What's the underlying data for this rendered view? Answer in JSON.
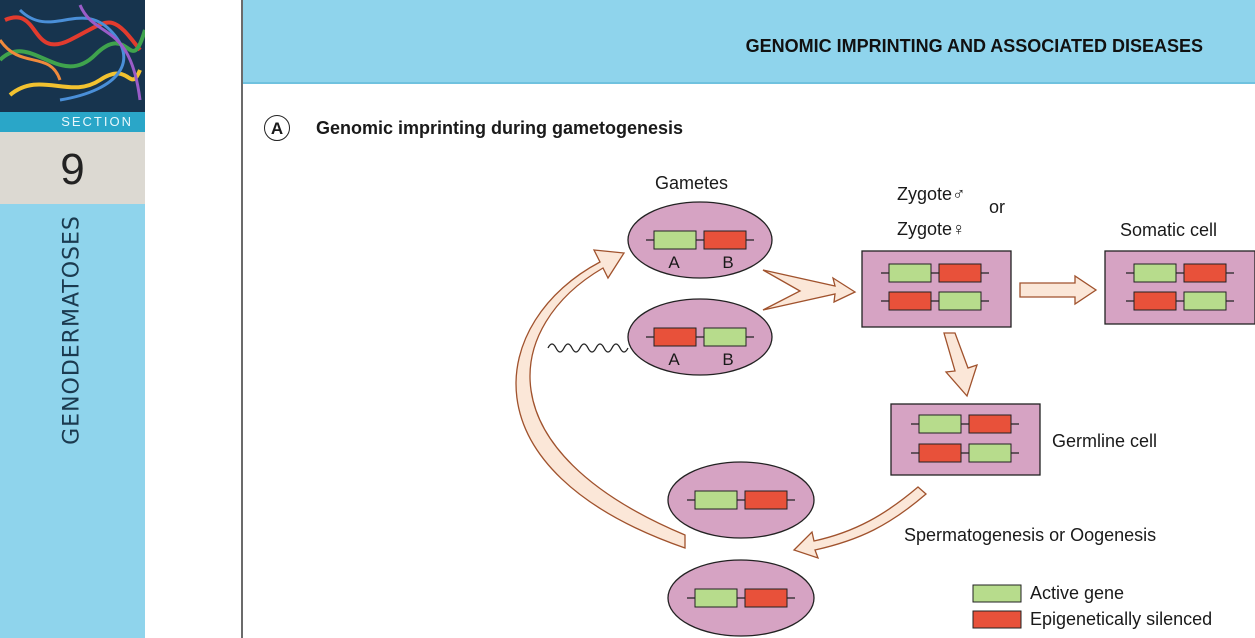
{
  "sidebar": {
    "section_label": "SECTION",
    "section_number": "9",
    "section_title": "GENODERMATOSES"
  },
  "header": {
    "title": "GENOMIC IMPRINTING AND ASSOCIATED DISEASES"
  },
  "panel": {
    "letter": "A",
    "title": "Genomic imprinting during gametogenesis"
  },
  "labels": {
    "gametes": "Gametes",
    "zygote_male": "Zygote♂",
    "or": "or",
    "zygote_female": "Zygote♀",
    "somatic_cell": "Somatic cell",
    "germline_cell": "Germline cell",
    "process": "Spermatogenesis or Oogenesis"
  },
  "gene_letters": {
    "gamete1_a": "A",
    "gamete1_b": "B",
    "gamete2_a": "A",
    "gamete2_b": "B"
  },
  "legend": {
    "active": {
      "label": "Active gene",
      "color": "#b7dc8c"
    },
    "silenced": {
      "label": "Epigenetically silenced",
      "color": "#e8513a"
    }
  },
  "colors": {
    "cell_fill": "#d6a3c3",
    "arrow_fill": "#fbe7d8"
  }
}
